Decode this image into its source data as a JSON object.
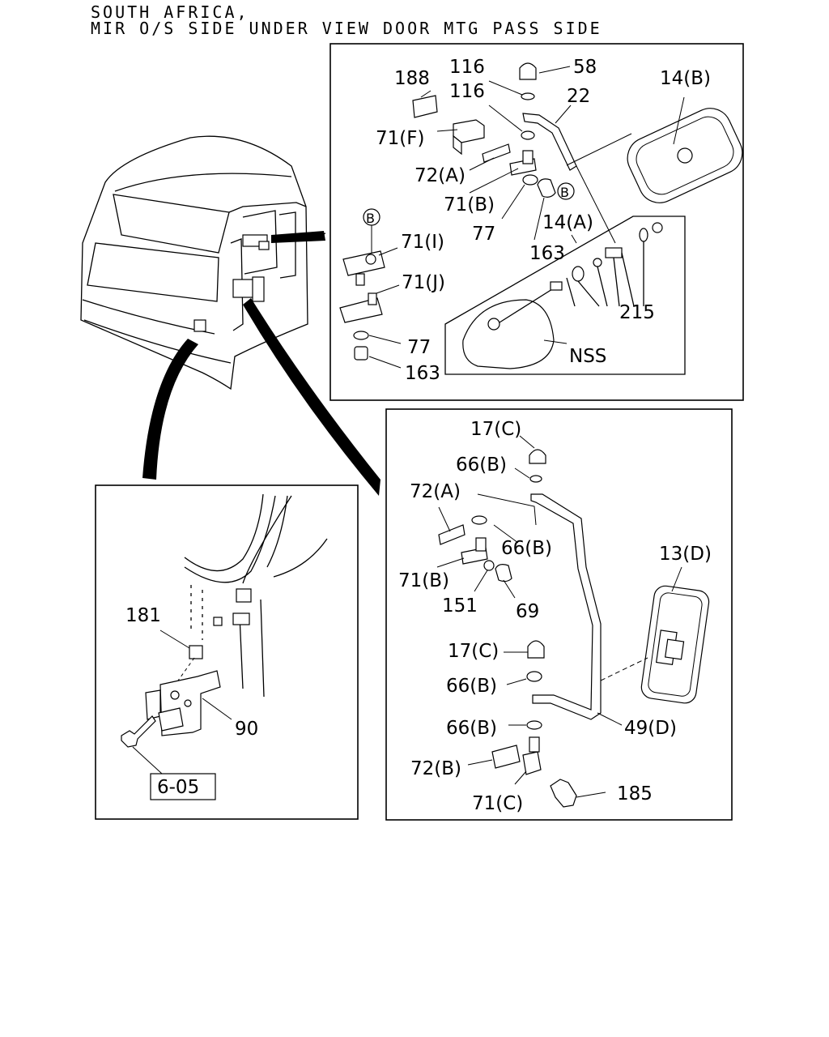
{
  "header": {
    "line1": "SOUTH AFRICA,",
    "line2": "MIR O/S SIDE UNDER VIEW DOOR MTG PASS SIDE"
  },
  "top_panel": {
    "labels": {
      "l116a": "116",
      "l58": "58",
      "l188": "188",
      "l116b": "116",
      "l22": "22",
      "l14b": "14(B)",
      "l71f": "71(F)",
      "l72a": "72(A)",
      "l71b": "71(B)",
      "lB1": "B",
      "lB2": "B",
      "l77a": "77",
      "l163a": "163",
      "l14a": "14(A)",
      "l71i": "71(I)",
      "l71j": "71(J)",
      "l215": "215",
      "lnss": "NSS",
      "l77b": "77",
      "l163b": "163"
    }
  },
  "right_panel": {
    "labels": {
      "l17c1": "17(C)",
      "l66b1": "66(B)",
      "l72a": "72(A)",
      "l66b2": "66(B)",
      "l71b": "71(B)",
      "l151": "151",
      "l69": "69",
      "l13d": "13(D)",
      "l17c2": "17(C)",
      "l66b3": "66(B)",
      "l66b4": "66(B)",
      "l49d": "49(D)",
      "l72b": "72(B)",
      "l71c": "71(C)",
      "l185": "185"
    }
  },
  "left_panel": {
    "labels": {
      "l181": "181",
      "l90": "90",
      "l605": "6-05"
    }
  }
}
